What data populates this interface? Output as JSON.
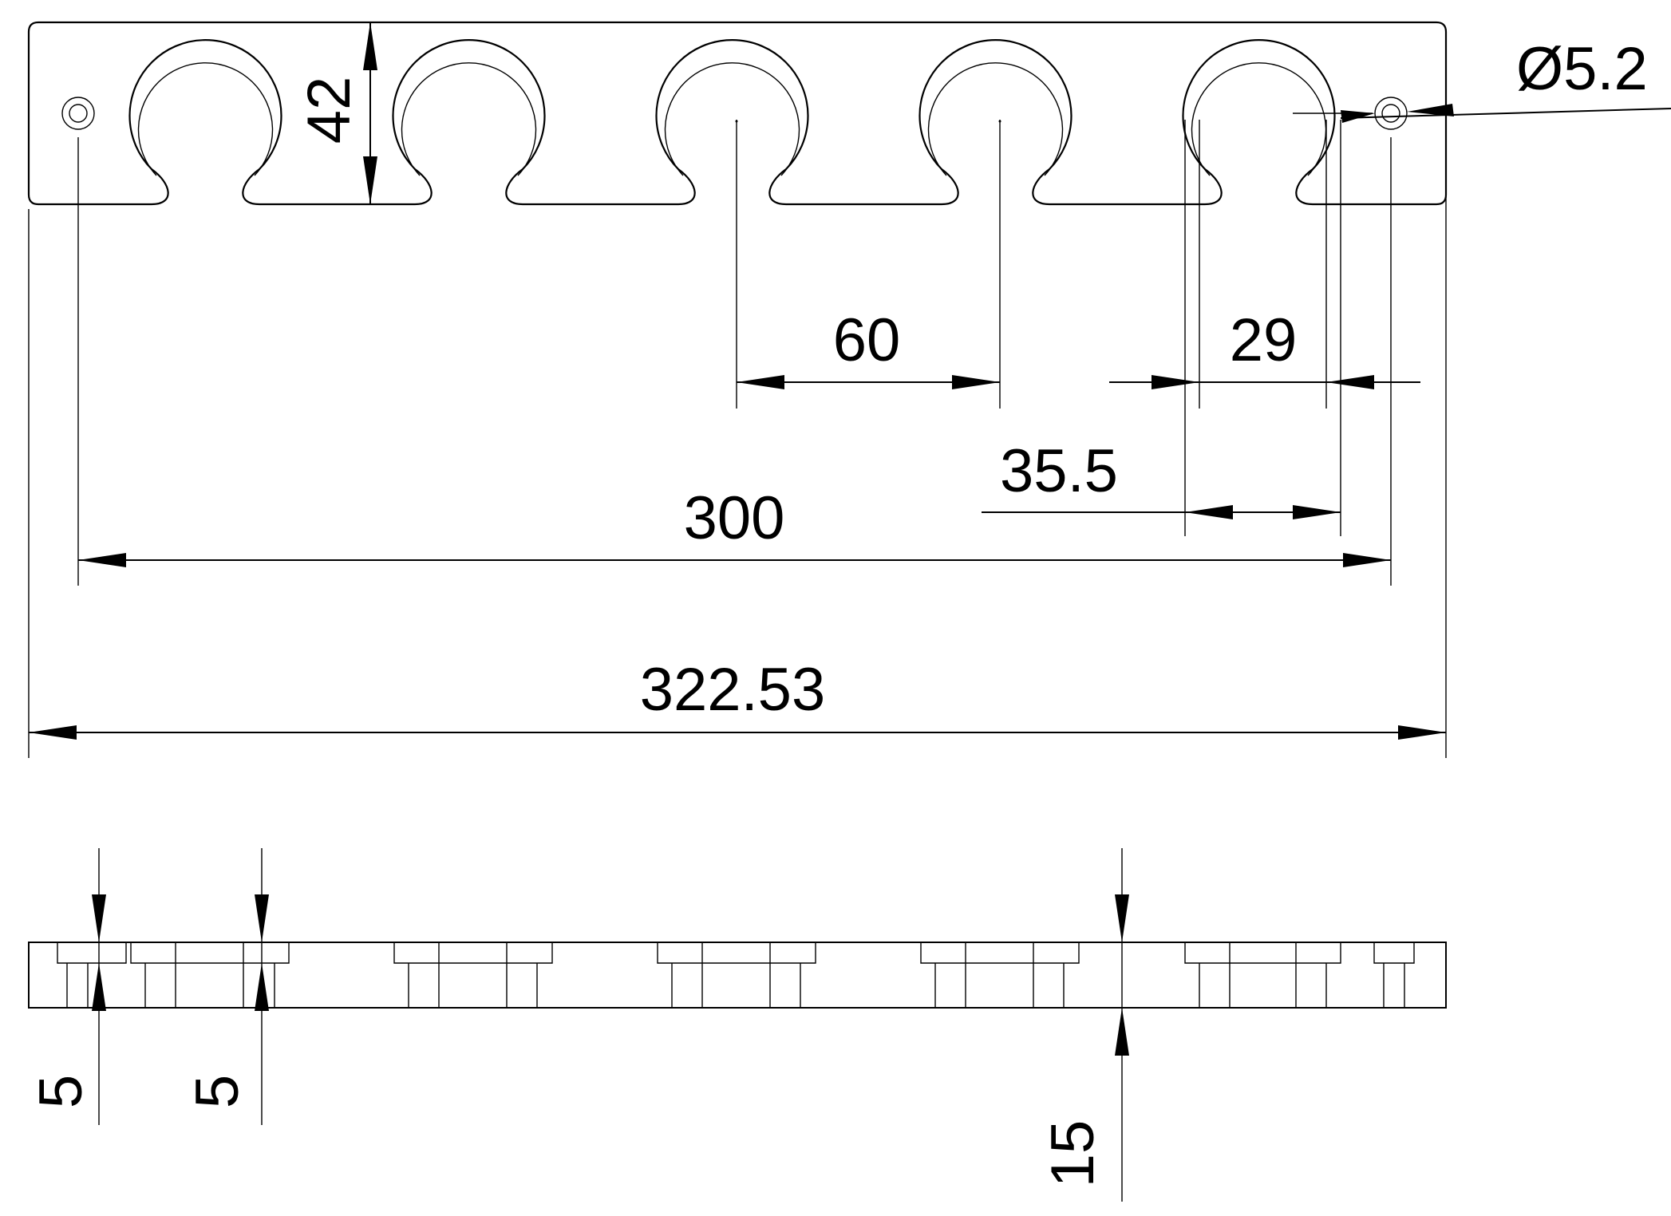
{
  "dimensions": {
    "height_top": "42",
    "hole_diameter": "Ø5.2",
    "clip_spacing": "60",
    "clip_width": "29",
    "clip_outer": "35.5",
    "hole_spacing": "300",
    "overall_length": "322.53",
    "left_recess": "5",
    "second_recess": "5",
    "thickness": "15"
  }
}
